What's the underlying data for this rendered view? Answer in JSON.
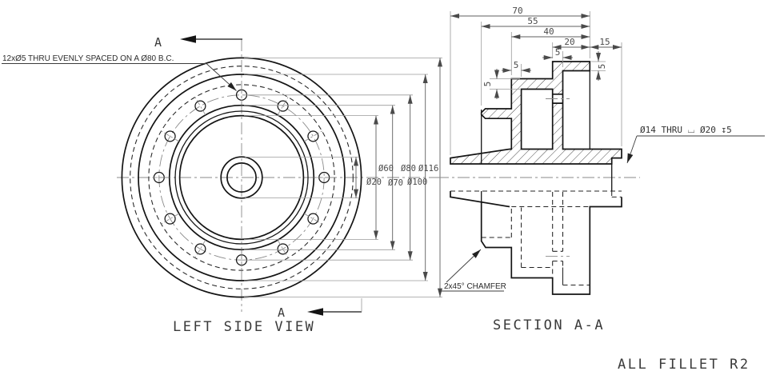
{
  "drawing": {
    "colors": {
      "ink": "#141414",
      "background": "#ffffff"
    },
    "left_view": {
      "title": "LEFT SIDE VIEW",
      "bolt_note": "12xØ5 THRU EVENLY SPACED ON A Ø80 B.C.",
      "section_letter": "A",
      "dims": {
        "d20": "Ø20",
        "d60": "Ø60",
        "d70": "Ø70",
        "d80": "Ø80",
        "d100": "Ø100",
        "d116": "Ø116"
      }
    },
    "section_view": {
      "title": "SECTION A-A",
      "dims": {
        "len70": "70",
        "len55": "55",
        "len40": "40",
        "len20": "20",
        "len15": "15",
        "five": "5"
      },
      "hole_note": "Ø14 THRU ⌴ Ø20 ↧5",
      "chamfer_note": "2x45° CHAMFER"
    },
    "general_note": "ALL FILLET R2"
  }
}
